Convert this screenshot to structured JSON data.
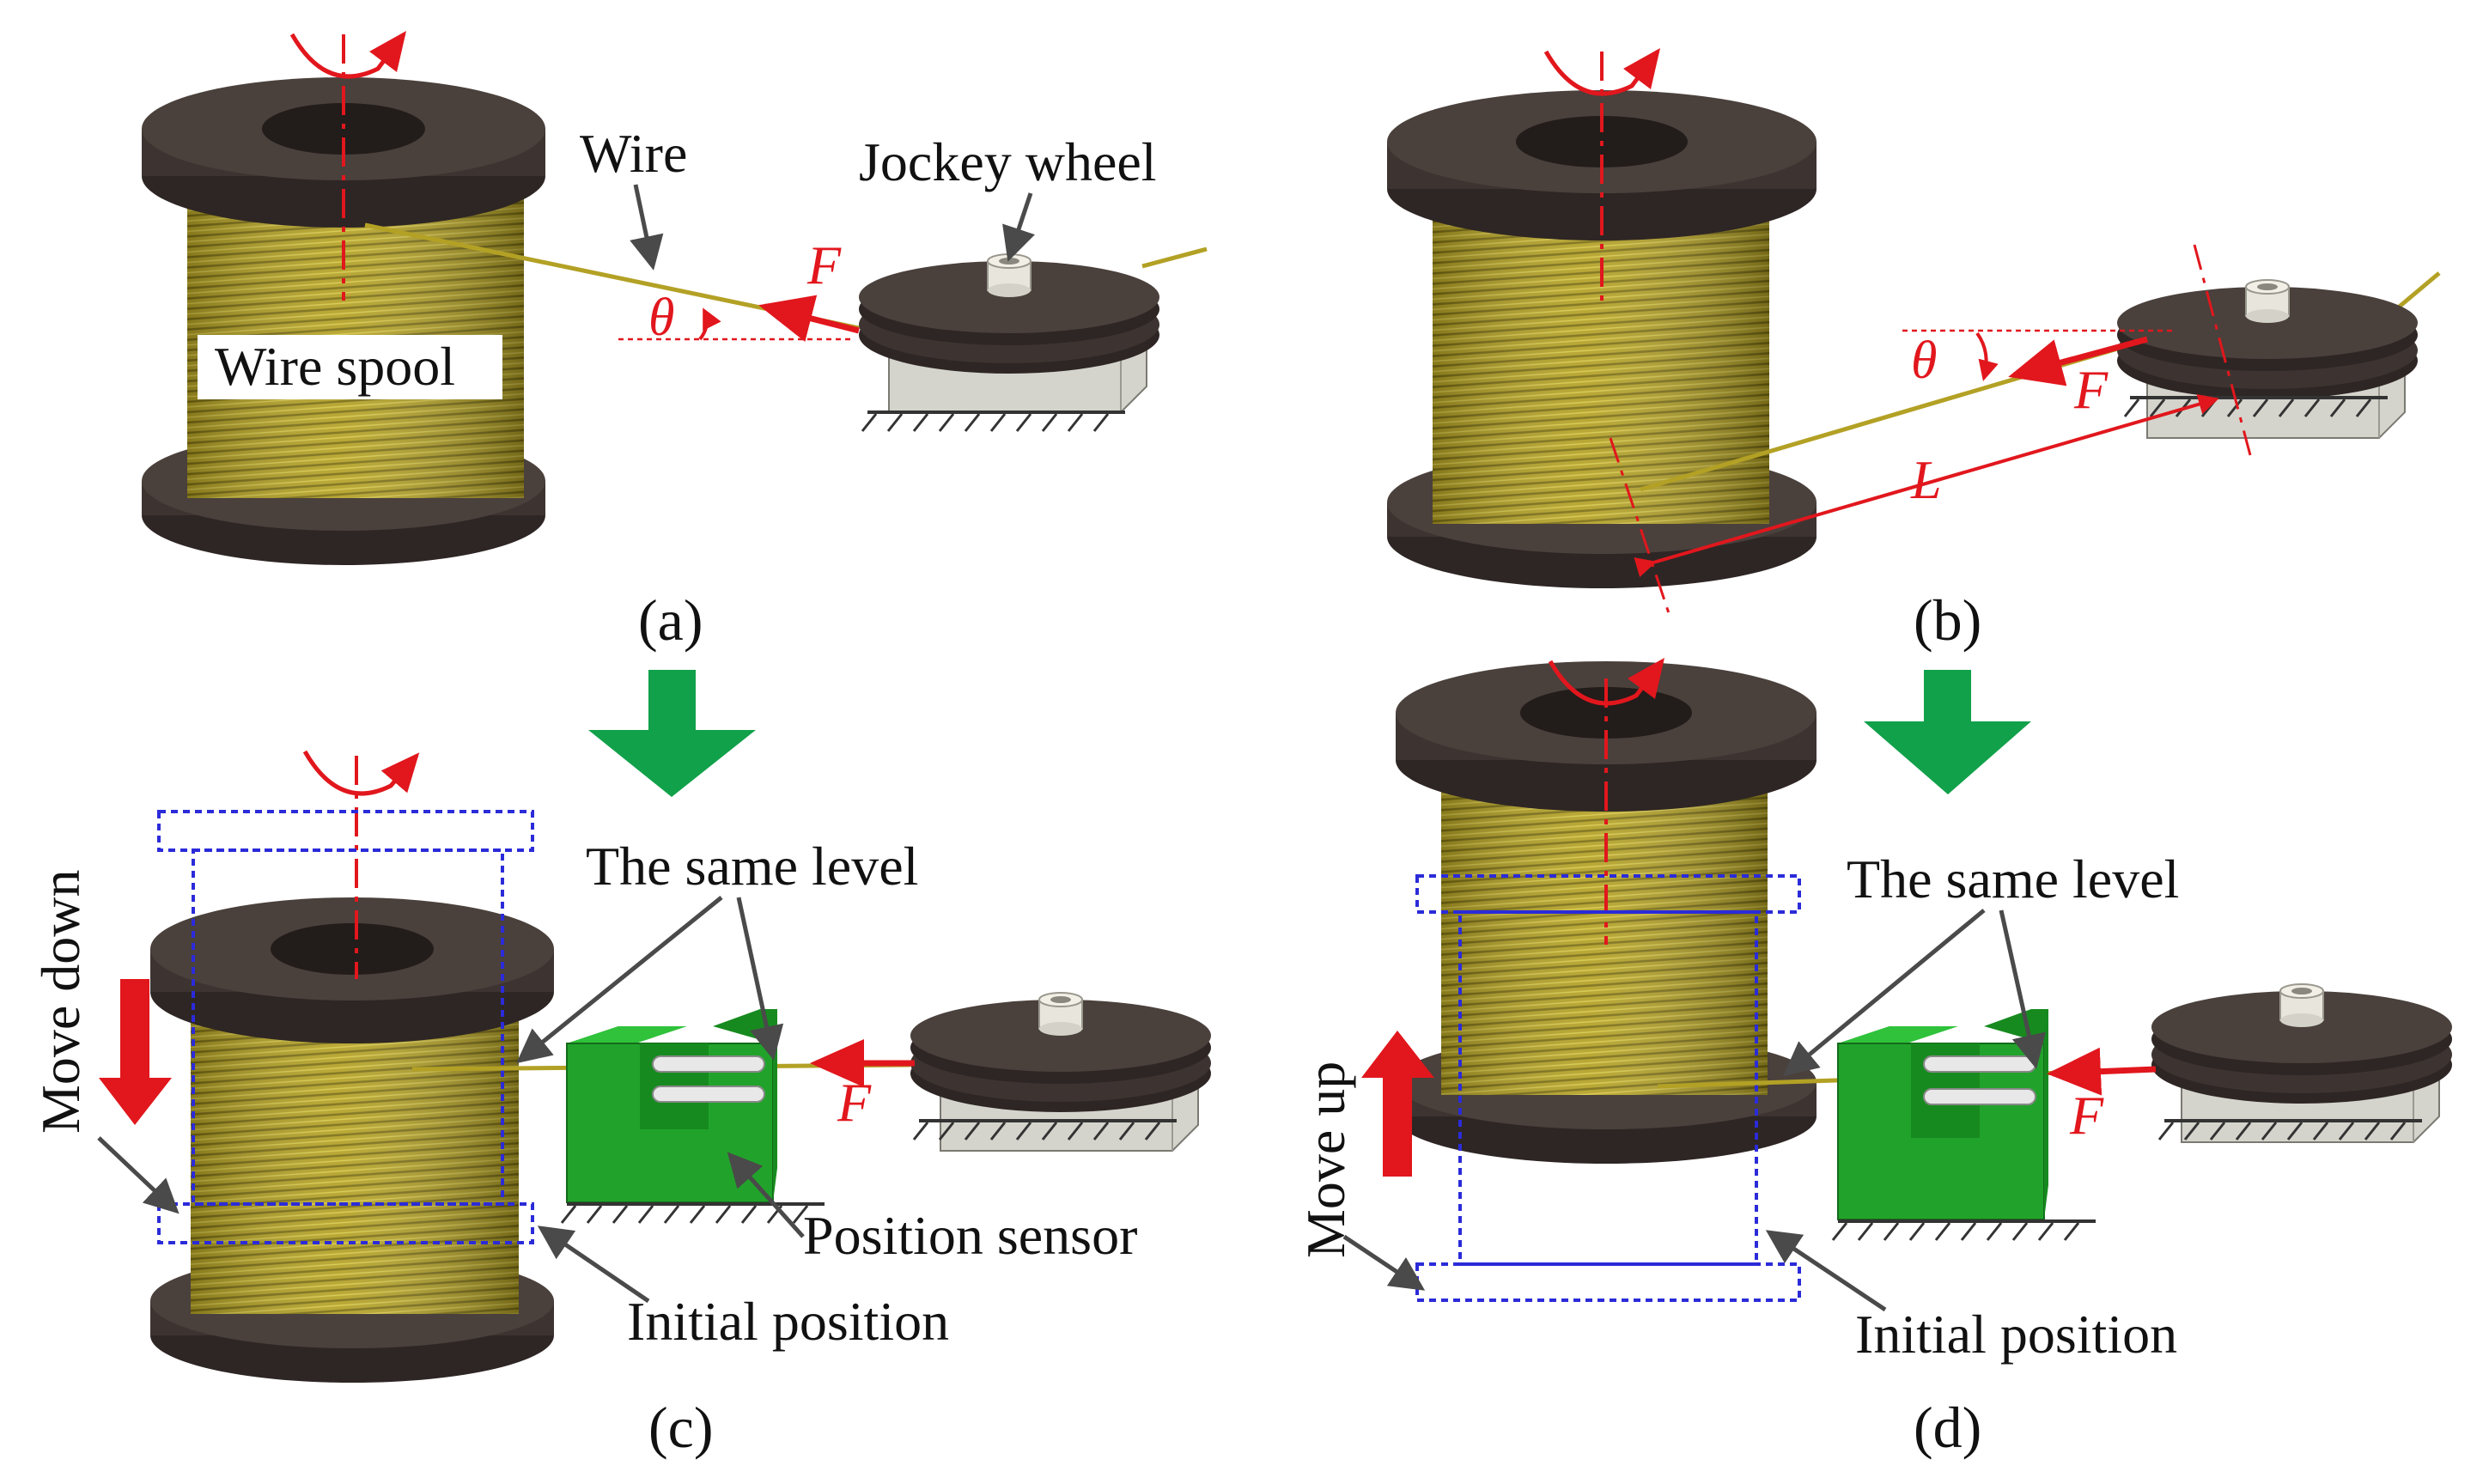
{
  "panels": {
    "a": {
      "caption": "(a)",
      "wire_label": "Wire",
      "jockey_label": "Jockey wheel",
      "spool_label": "Wire spool",
      "force_label": "F",
      "angle_label": "θ"
    },
    "b": {
      "caption": "(b)",
      "force_label": "F",
      "angle_label": "θ",
      "length_label": "L"
    },
    "c": {
      "caption": "(c)",
      "level_label": "The same level",
      "move_label": "Move down",
      "force_label": "F",
      "sensor_label": "Position sensor",
      "initial_label": "Initial position"
    },
    "d": {
      "caption": "(d)",
      "level_label": "The same level",
      "move_label": "Move up",
      "force_label": "F",
      "initial_label": "Initial position"
    }
  },
  "colors": {
    "flange": "#3d3431",
    "wire": "#b3a125",
    "force_arrow": "#e1171d",
    "flow_arrow": "#11a14a",
    "dashed_box": "#2b2bd9",
    "sensor": "#21a32b",
    "base": "#d4d4cc"
  }
}
